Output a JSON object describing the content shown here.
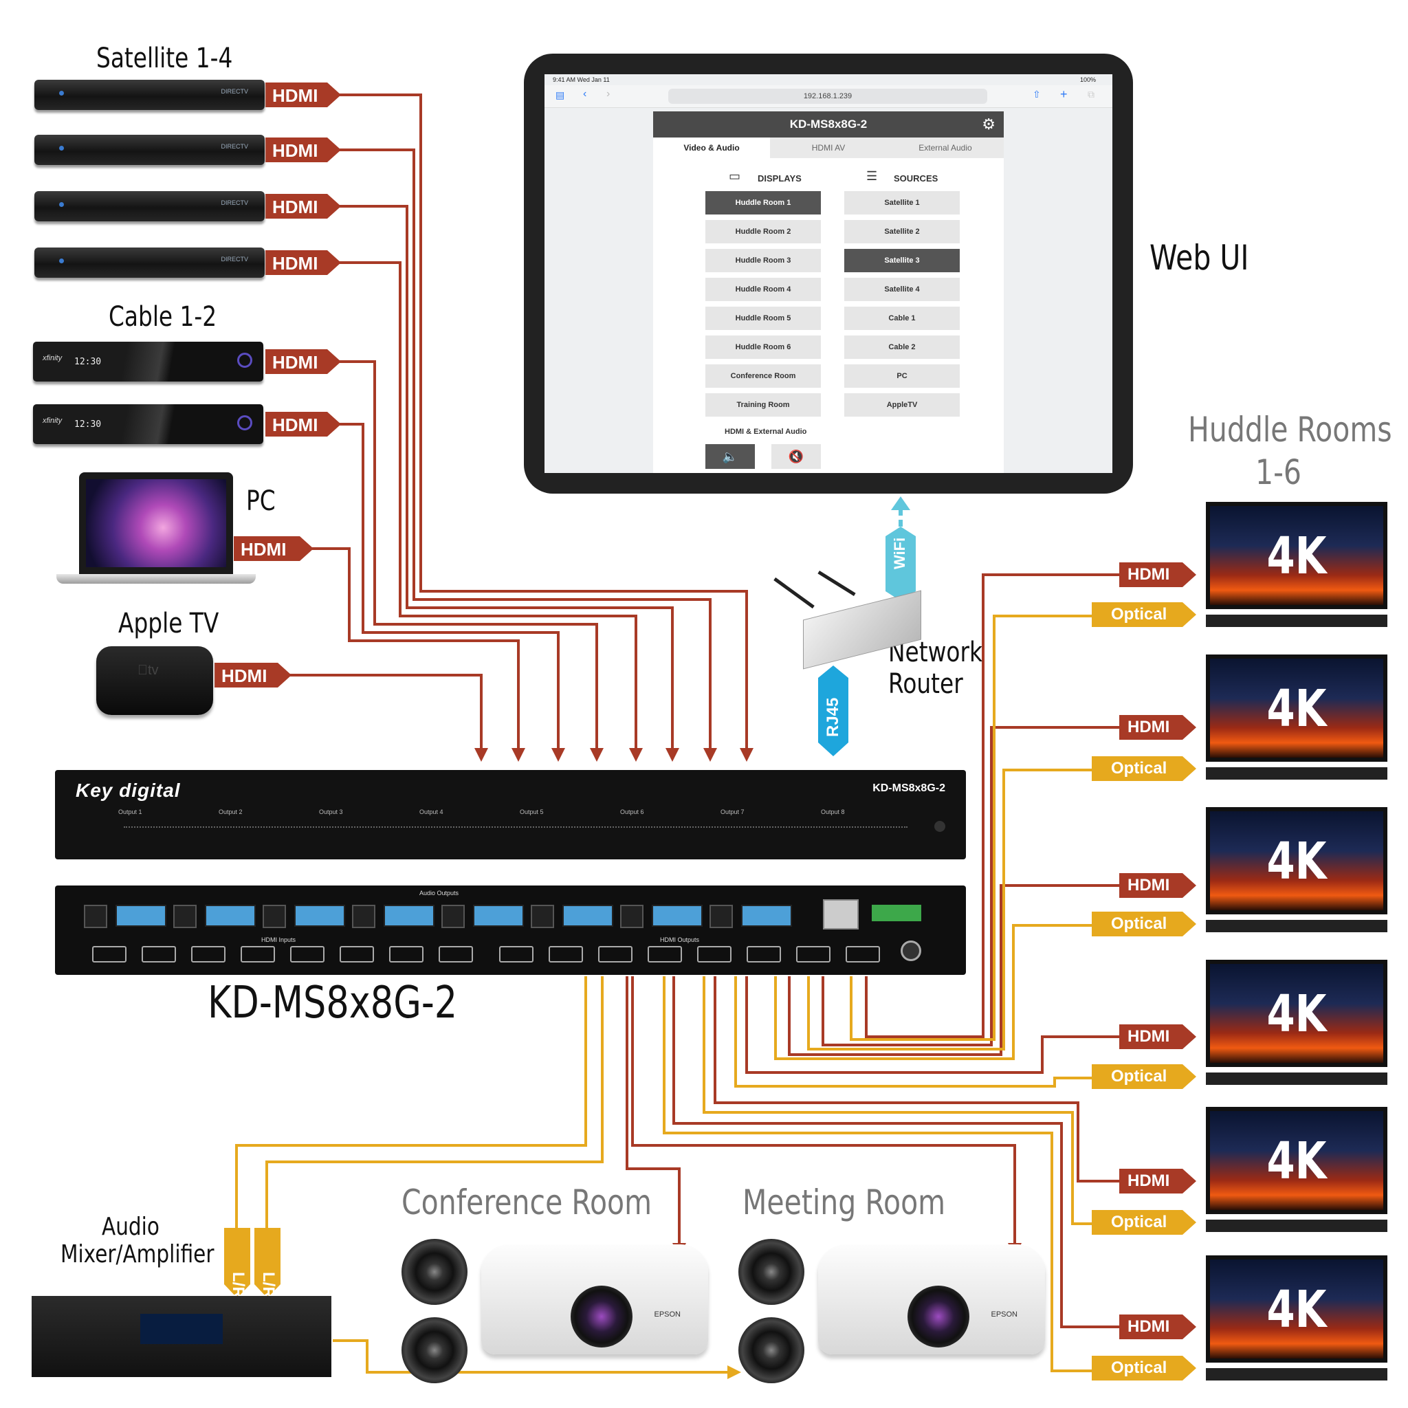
{
  "labels": {
    "satellite": "Satellite 1-4",
    "cable": "Cable 1-2",
    "pc": "PC",
    "apple_tv": "Apple TV",
    "web_ui": "Web UI",
    "huddle_rooms_line1": "Huddle Rooms",
    "huddle_rooms_line2": "1-6",
    "network_router_line1": "Network",
    "network_router_line2": "Router",
    "device_model": "KD-MS8x8G-2",
    "audio_mixer_line1": "Audio",
    "audio_mixer_line2": "Mixer/Amplifier",
    "conference_room": "Conference Room",
    "meeting_room": "Meeting Room"
  },
  "tags": {
    "hdmi": "HDMI",
    "optical": "Optical",
    "wifi": "WiFi",
    "rj45": "RJ45",
    "lr": "L/R",
    "tv_4k": "4K"
  },
  "colors": {
    "hdmi": "#a83a26",
    "optical": "#e6a91e",
    "wifi": "#5fc6dc",
    "rj45": "#1ea6dc"
  },
  "web_ui": {
    "status_time": "9:41 AM  Wed Jan 11",
    "status_battery": "100%",
    "url": "192.168.1.239",
    "title": "KD-MS8x8G-2",
    "tabs": [
      "Video & Audio",
      "HDMI AV",
      "External Audio"
    ],
    "displays_header": "DISPLAYS",
    "sources_header": "SOURCES",
    "displays": [
      "Huddle Room 1",
      "Huddle Room 2",
      "Huddle Room 3",
      "Huddle Room 4",
      "Huddle Room 5",
      "Huddle Room 6",
      "Conference Room",
      "Training Room"
    ],
    "sources": [
      "Satellite 1",
      "Satellite 2",
      "Satellite 3",
      "Satellite 4",
      "Cable 1",
      "Cable 2",
      "PC",
      "AppleTV"
    ],
    "selected_display": "Huddle Room 1",
    "selected_source": "Satellite 3",
    "audio_section": "HDMI & External Audio"
  },
  "matrix": {
    "brand": "Key digital",
    "model_label": "KD-MS8x8G-2",
    "front_outputs": [
      "Output 1",
      "Output 2",
      "Output 3",
      "Output 4",
      "Output 5",
      "Output 6",
      "Output 7",
      "Output 8"
    ],
    "rear_hdmi_inputs": "HDMI Inputs",
    "rear_hdmi_outputs": "HDMI Outputs",
    "rear_audio_outputs": "Audio Outputs"
  },
  "icons": {
    "settings": "gear-icon",
    "unmute": "speaker-icon",
    "mute": "speaker-mute-icon"
  }
}
